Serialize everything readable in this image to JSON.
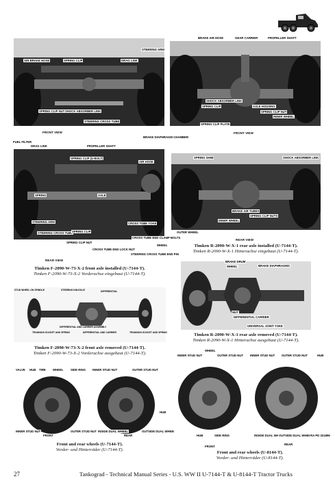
{
  "header": {
    "truck_icon": "tractor-truck-silhouette"
  },
  "figures": {
    "f1": {
      "view": "FRONT VIEW",
      "labels": [
        "AIR BRAKE HOSE",
        "SPRING CLIP",
        "DRAG LINK",
        "STEERING ARM",
        "SPRING CLIP NUT",
        "SHOCK ABSORBER LINK",
        "STEERING CROSS TUBE"
      ]
    },
    "f2": {
      "view": "FRONT VIEW",
      "labels": [
        "BRAKE AIR HOSE",
        "GEAR CARRIER",
        "PROPELLER SHAFT",
        "SHOCK ABSORBER LINK",
        "SPRING CLIP",
        "AXLE HOUSING",
        "SPRING CLIP NUT",
        "INNER WHEEL",
        "SPRING CLIP PLATE"
      ]
    },
    "f3": {
      "view": "REAR VIEW",
      "labels": [
        "FUEL FILTER",
        "DRAG LINK",
        "PROPELLER SHAFT",
        "BRAKE DIAPHRAGM CHAMBER",
        "SPRING CLIP (U-BOLT)",
        "AIR HOSE",
        "SPRING",
        "AXLE",
        "STEERING ARM",
        "STEERING CROSS TUBE",
        "SPRING CLIP",
        "SPRING CLIP NUT",
        "CROSS TUBE YOKE",
        "CROSS TUBE END CLAMP BOLTS",
        "CROSS TUBE END LOCK NUT",
        "STEERING CROSS TUBE END PIN",
        "WHEEL"
      ]
    },
    "f4": {
      "view": "REAR VIEW",
      "labels": [
        "SPRING SHIM",
        "SHOCK ABSORBER LINK",
        "BRAKE AIR TUBES",
        "SPRING CLIP NUTS",
        "INNER WHEEL",
        "OUTER WHEEL"
      ]
    },
    "f5": {
      "labels": [
        "STUD WHEEL ON SPINDLE",
        "STEERING KNUCKLE",
        "DIFFERENTIAL",
        "DIFFERENTIAL AND CARRIER ASSEMBLY",
        "TRUNNION SOCKET AND SPRING",
        "DIFFERENTIAL AND CARRIER",
        "TRUNNION SOCKET AND SPRING"
      ]
    },
    "f6": {
      "labels": [
        "BRAKE DRUM",
        "WHEEL",
        "BRAKE DIAPHRAGMS",
        "NUT",
        "DIFFERENTIAL CARRIER",
        "UNIVERSAL JOINT YOKE"
      ]
    },
    "f7": {
      "labels": [
        "VALVE",
        "HUB",
        "TIRE",
        "WHEEL",
        "SIDE RING",
        "INNER STUD NUT",
        "OUTER STUD NUT",
        "INNER STUD NUT",
        "FRONT",
        "OUTER STUD NUT",
        "INSIDE DUAL WHEEL",
        "REAR",
        "OUTSIDE DUAL WHEEL",
        "HUB"
      ]
    },
    "f8": {
      "labels": [
        "WHEEL",
        "INNER STUD NUT",
        "OUTER STUD NUT",
        "INNER STUD NUT",
        "OUTER STUD NUT",
        "HUB",
        "HUB",
        "SIDE RING",
        "INSIDE DUAL WHEEL",
        "OUTSIDE DUAL WHEEL",
        "REAR",
        "RA PD 321896",
        "FRONT"
      ]
    }
  },
  "captions": {
    "c1": {
      "en": "Timken F-2090-W-73-X-2 front axle installed (U-7144-T).",
      "de": "Timken F-2090-W-73-X-2 Vorderachse eingebaut (U-7144-T)."
    },
    "c2": {
      "en": "Timken R-2090-W-X-1 rear axle installed (U-7144-T).",
      "de": "Timken R-2090-W-X-1 Hinterachse eingebaut (U-7144-T)."
    },
    "c3": {
      "en": "Timken F-2090-W-73-X-2 front axle removed (U-7144-T).",
      "de": "Timken F-2090-W-73-X-2 Vorderachse ausgebaut (U-7144-T)."
    },
    "c4": {
      "en": "Timken R-2090-W-X-1 rear axle removed (U-7144-T).",
      "de": "Timken R-2090-W-X-1 Hinterachse ausgebaut (U-7144-T)."
    },
    "c5": {
      "en": "Front and rear wheels (U-7144-T).",
      "de": "Vorder- und Hinterräder (U-7144-T)."
    },
    "c6": {
      "en": "Front and rear wheels (U-8144-T).",
      "de": "Vorder- und Hinterräder (U-8144-T)."
    }
  },
  "footer": {
    "page_number": "27",
    "series": "Tankograd - Technical Manual Series - U.S. WW II U-7144-T & U-8144-T Tractor Trucks"
  }
}
